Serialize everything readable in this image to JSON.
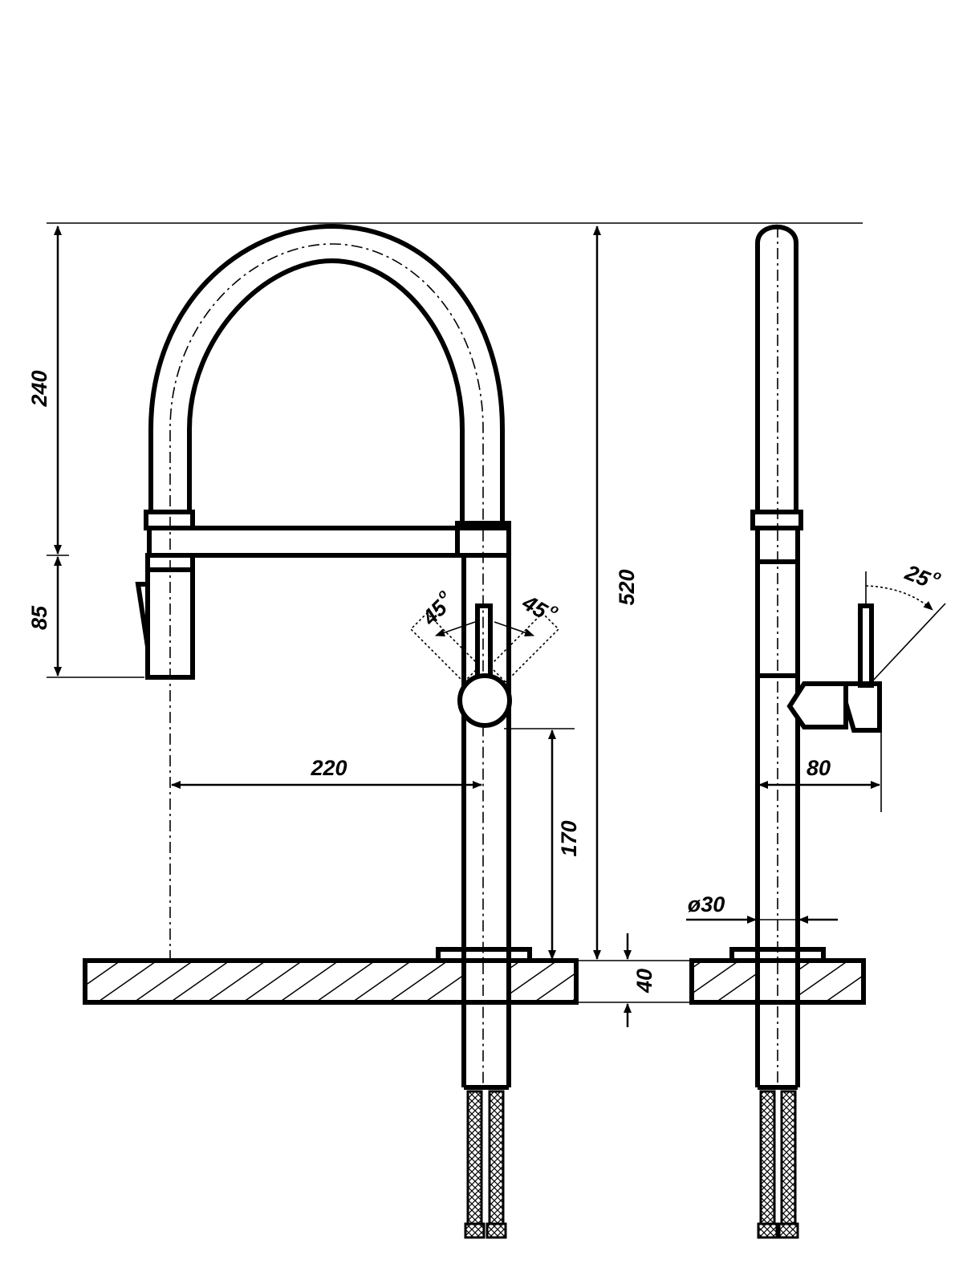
{
  "dimensions": {
    "spout_height": "240",
    "sprayer_height": "85",
    "total_height": "520",
    "reach": "220",
    "handle_height": "170",
    "deck_thickness": "40",
    "handle_projection": "80",
    "body_diameter": "ø30",
    "handle_angle_left": "45",
    "handle_angle_right": "45",
    "handle_tilt_angle": "25",
    "degree_mark": "o"
  }
}
